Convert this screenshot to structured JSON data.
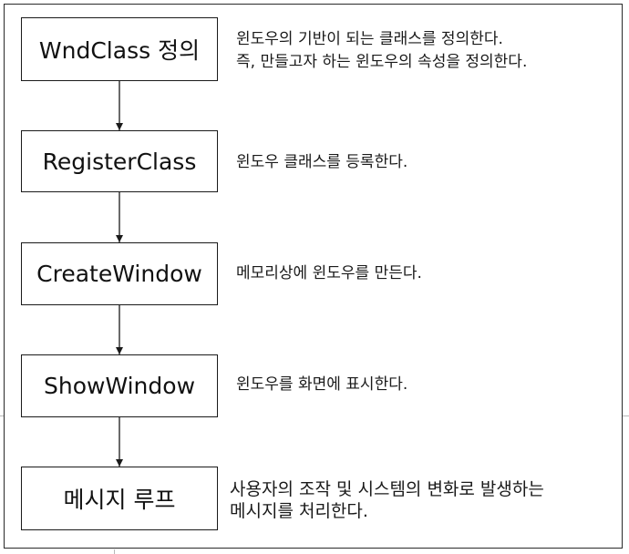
{
  "steps": [
    {
      "label": "WndClass 정의",
      "desc": [
        "윈도우의 기반이 되는 클래스를 정의한다.",
        "즉, 만들고자 하는 윈도우의 속성을 정의한다."
      ]
    },
    {
      "label": "RegisterClass",
      "desc": [
        "윈도우 클래스를 등록한다."
      ]
    },
    {
      "label": "CreateWindow",
      "desc": [
        "메모리상에 윈도우를 만든다."
      ]
    },
    {
      "label": "ShowWindow",
      "desc": [
        "윈도우를 화면에 표시한다."
      ]
    },
    {
      "label": "메시지 루프",
      "desc": [
        "사용자의 조작 및 시스템의 변화로 발생하는",
        "메시지를 처리한다."
      ]
    }
  ],
  "colors": {
    "border": "#1a1a1a",
    "text": "#111111"
  }
}
